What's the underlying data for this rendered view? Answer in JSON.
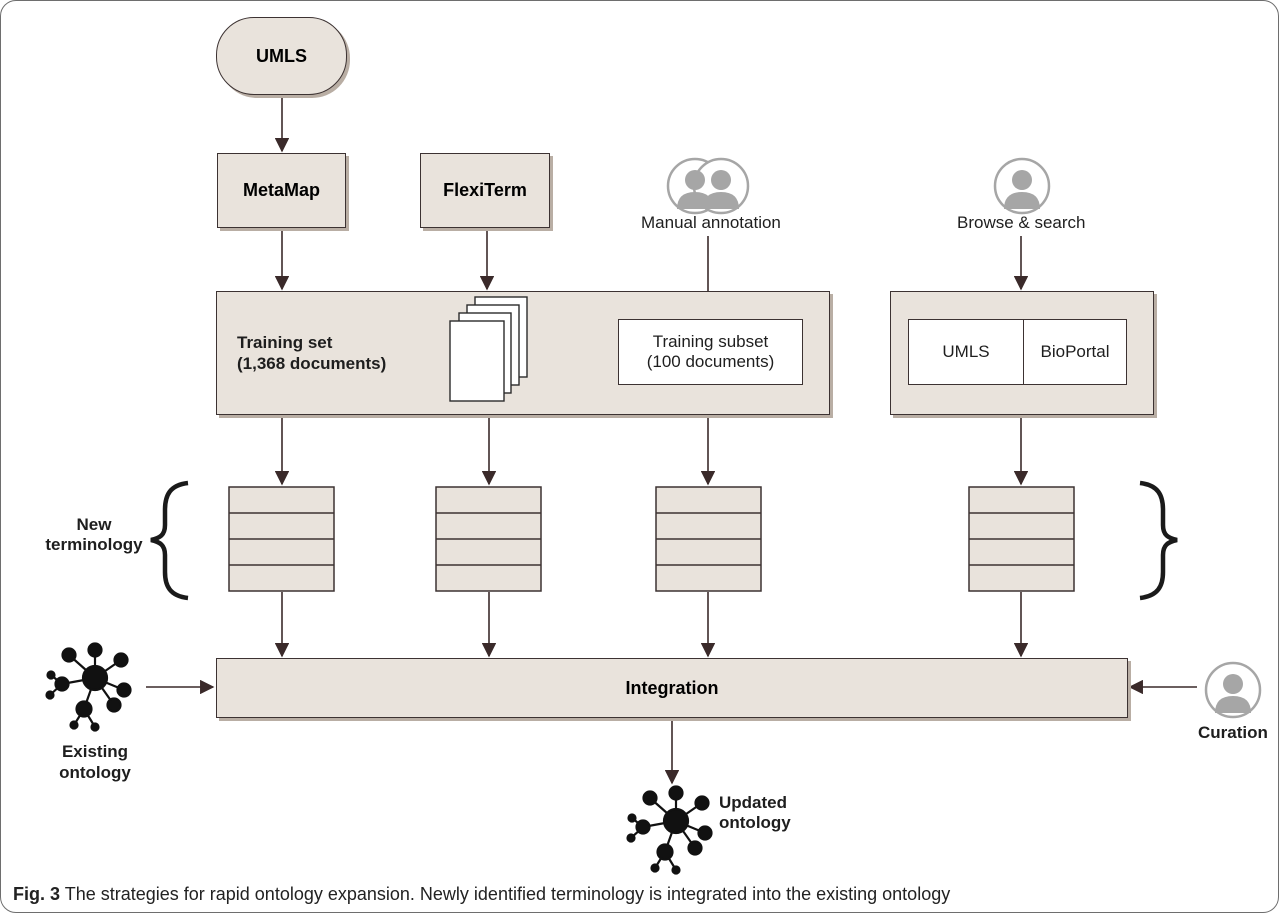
{
  "nodes": {
    "umls_source": "UMLS",
    "metamap": "MetaMap",
    "flexiterm": "FlexiTerm",
    "manual_annotation": "Manual annotation",
    "browse_search": "Browse & search",
    "training_set_line1": "Training set",
    "training_set_line2": "(1,368 documents)",
    "training_subset_line1": "Training subset",
    "training_subset_line2": "(100 documents)",
    "resource_umls": "UMLS",
    "resource_bioportal": "BioPortal",
    "new_terminology_line1": "New",
    "new_terminology_line2": "terminology",
    "integration": "Integration",
    "existing_ontology_line1": "Existing",
    "existing_ontology_line2": "ontology",
    "curation": "Curation",
    "updated_ontology_line1": "Updated",
    "updated_ontology_line2": "ontology"
  },
  "caption": {
    "label": "Fig. 3",
    "text": "The strategies for rapid ontology expansion. Newly identified terminology is integrated into the existing ontology"
  },
  "colors": {
    "box_fill": "#e9e3dc",
    "box_border": "#3c3232",
    "arrow": "#3a2a2a",
    "person_icon": "#a6a6a6"
  }
}
